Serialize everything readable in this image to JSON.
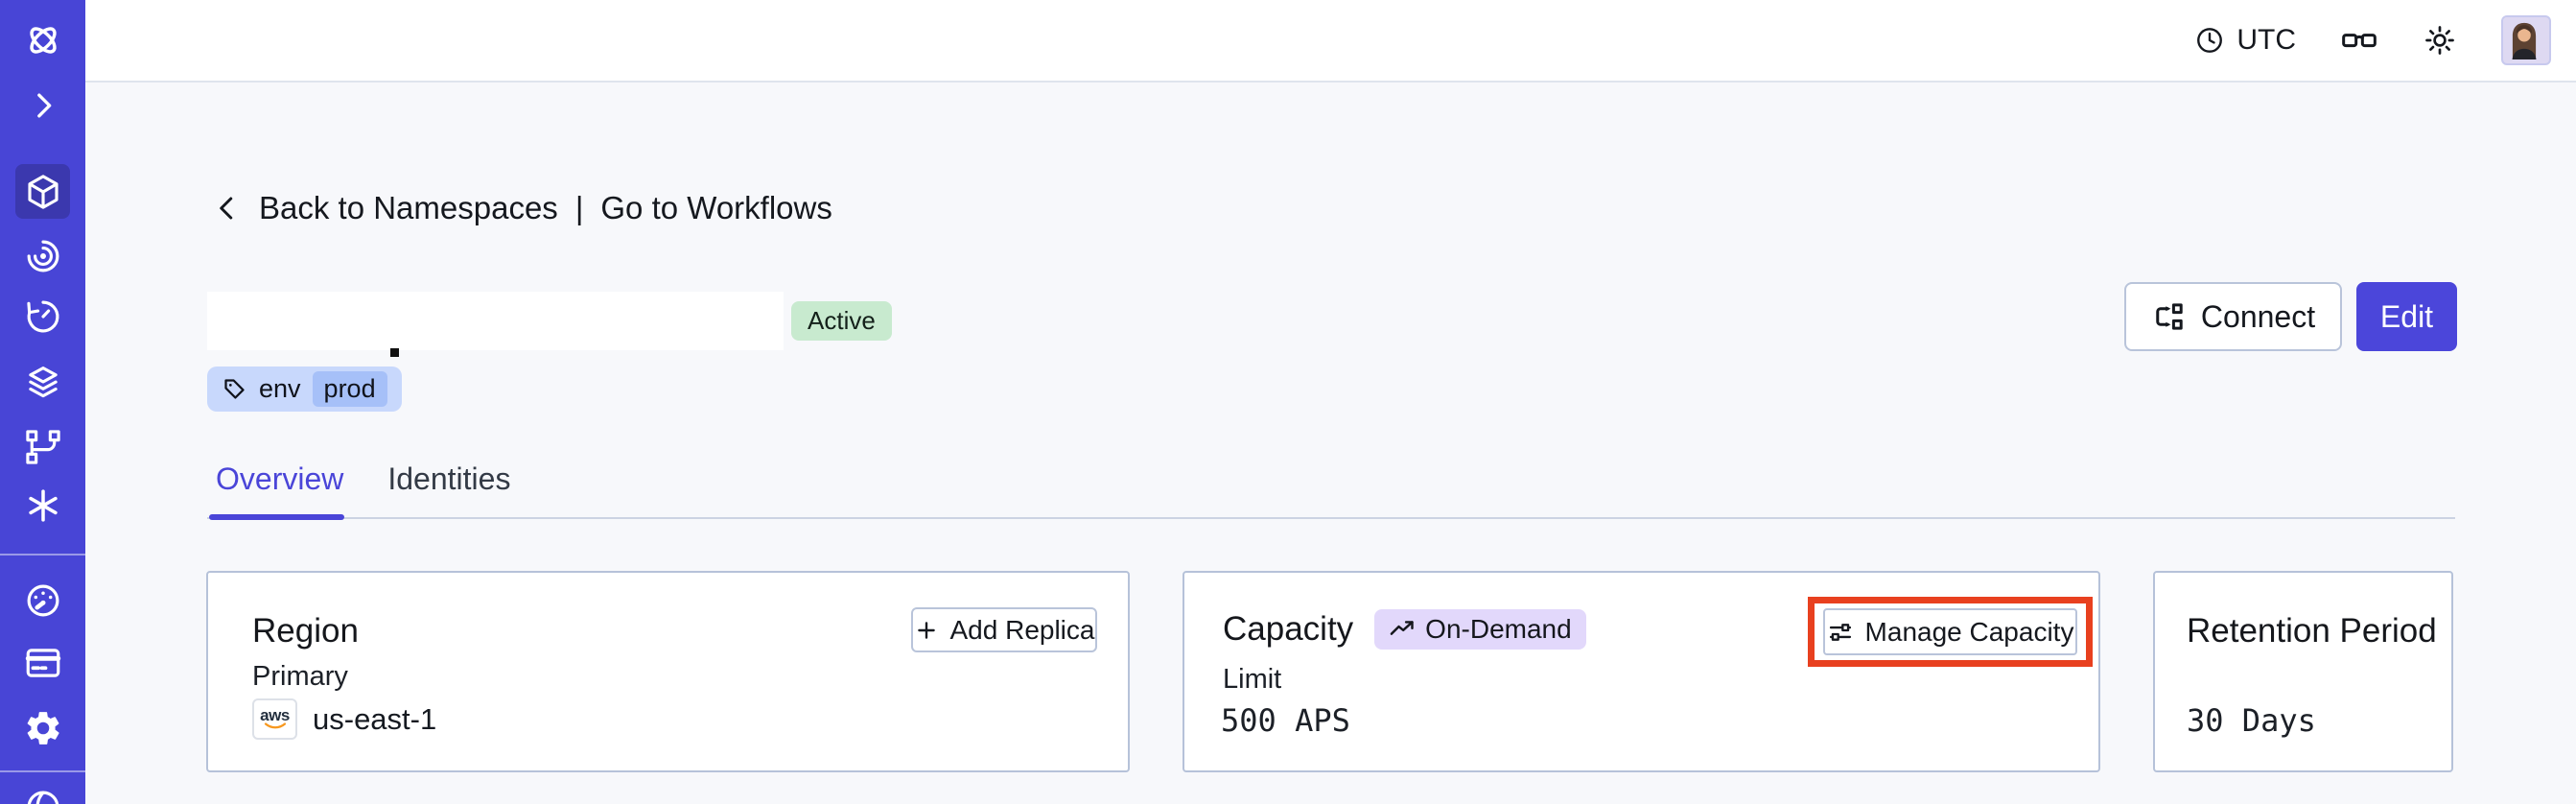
{
  "topbar": {
    "timezone": "UTC",
    "icons": [
      "clock-icon",
      "glasses-icon",
      "sun-theme-icon",
      "avatar"
    ]
  },
  "sidebar": {
    "items": [
      {
        "icon": "temporal-logo",
        "active": false
      },
      {
        "icon": "expand-chevron-icon",
        "active": false
      },
      {
        "icon": "namespaces-cube-icon",
        "active": true
      },
      {
        "icon": "workflows-spiral-icon",
        "active": false
      },
      {
        "icon": "schedules-history-icon",
        "active": false
      },
      {
        "icon": "task-queues-layers-icon",
        "active": false
      },
      {
        "icon": "deployments-branch-icon",
        "active": false
      },
      {
        "icon": "nexus-asterisk-icon",
        "active": false
      },
      {
        "icon": "usage-gauge-icon",
        "active": false
      },
      {
        "icon": "billing-card-icon",
        "active": false
      },
      {
        "icon": "settings-gear-icon",
        "active": false
      },
      {
        "icon": "support-globe-icon",
        "active": false
      }
    ]
  },
  "breadcrumb": {
    "back_label": "Back to Namespaces",
    "separator": "|",
    "workflows_label": "Go to Workflows"
  },
  "header": {
    "namespace_name_redacted": true,
    "status_badge": "Active",
    "tag": {
      "key": "env",
      "value": "prod"
    },
    "connect_button": "Connect",
    "edit_button": "Edit"
  },
  "tabs": [
    {
      "label": "Overview",
      "active": true
    },
    {
      "label": "Identities",
      "active": false
    }
  ],
  "cards": {
    "region": {
      "title": "Region",
      "add_replica_button": "Add Replica",
      "primary_label": "Primary",
      "provider": "aws",
      "primary_region": "us-east-1"
    },
    "capacity": {
      "title": "Capacity",
      "mode_badge": "On-Demand",
      "limit_label": "Limit",
      "limit_value": "500 APS",
      "manage_button": "Manage Capacity",
      "manage_button_highlighted": true
    },
    "retention": {
      "title": "Retention Period",
      "value": "30 Days"
    }
  },
  "colors": {
    "sidebar": "#4845d6",
    "sidebar_active": "#3b38ae",
    "accent": "#4a45d8",
    "edit_button": "#4b46da",
    "active_badge_bg": "#c8eacf",
    "tag_bg": "#c8d8fc",
    "tag_inner_bg": "#a6c0f8",
    "ondemand_badge_bg": "#e2d8fb",
    "highlight_box": "#e8401f",
    "aws_orange": "#f7981f",
    "card_border": "#b6c2d9",
    "page_bg": "#f7f8fb"
  }
}
